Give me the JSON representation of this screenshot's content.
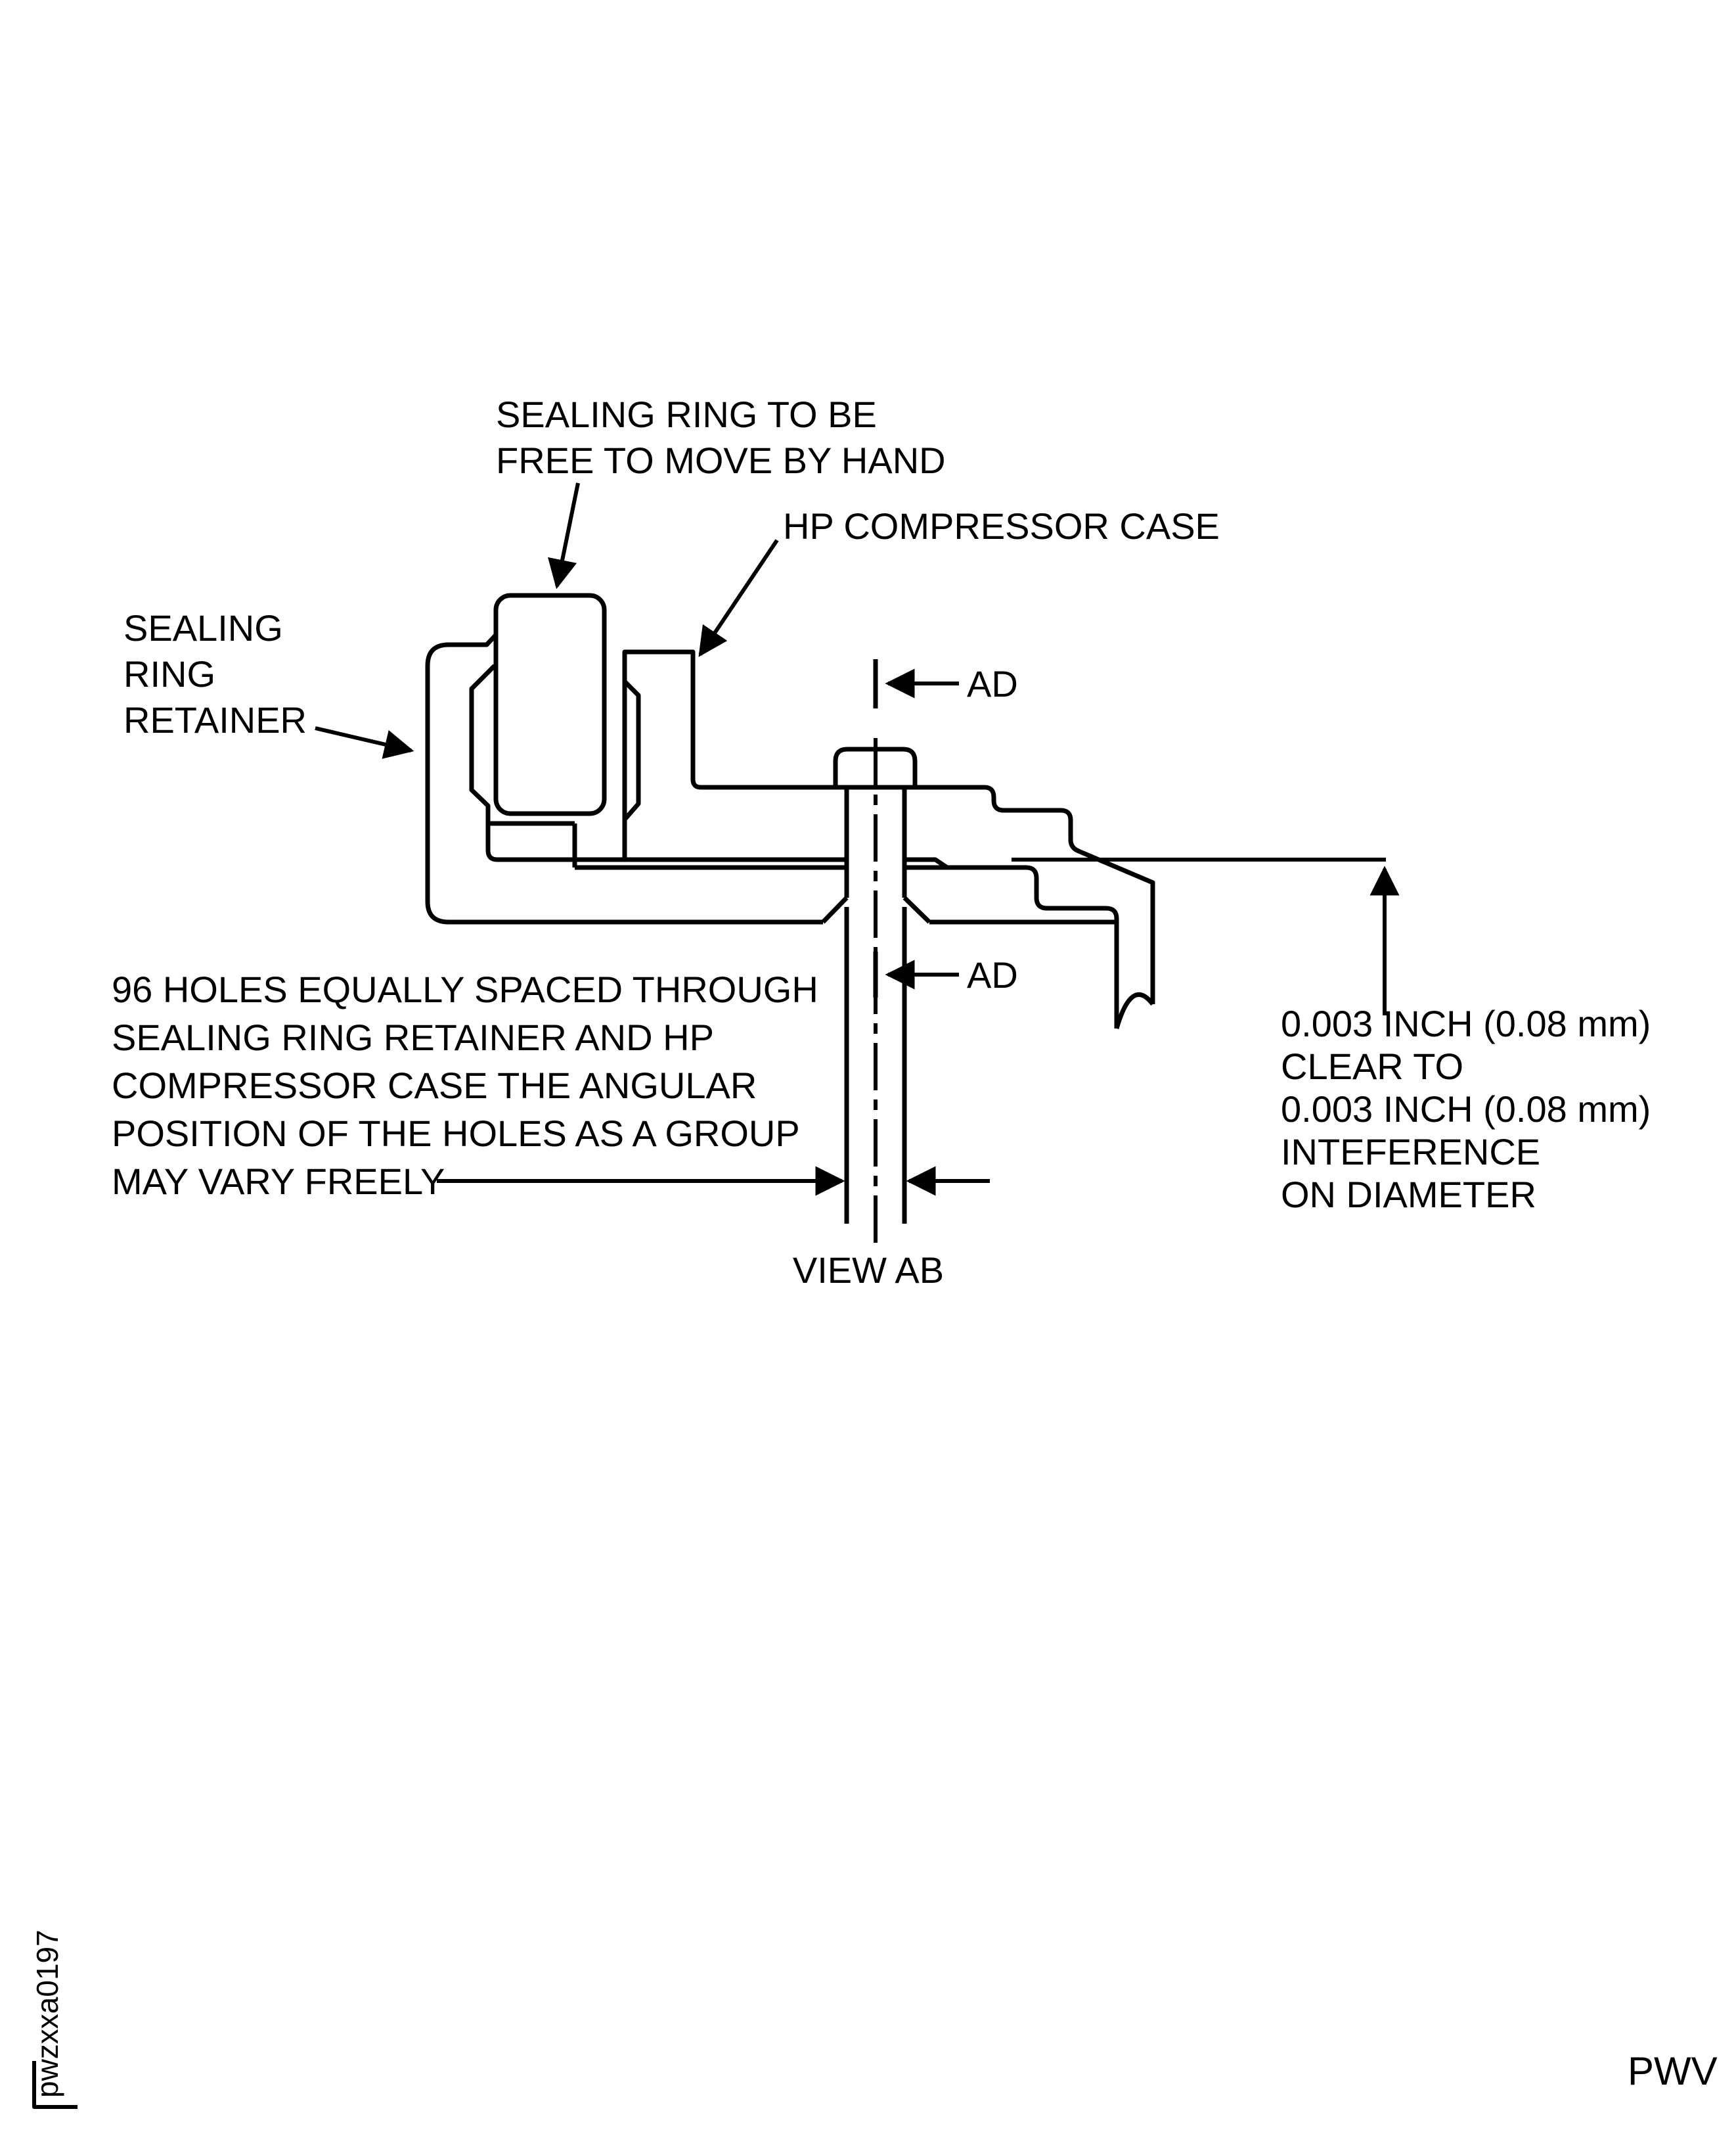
{
  "colors": {
    "ink": "#000000",
    "paper": "#ffffff"
  },
  "annotations": {
    "sealing_ring_note": {
      "lines": [
        "SEALING RING TO BE",
        "FREE TO MOVE BY HAND"
      ]
    },
    "case_label": "HP COMPRESSOR CASE",
    "retainer_label": {
      "lines": [
        "SEALING",
        "RING",
        "RETAINER"
      ]
    },
    "section_marker": "AD",
    "holes_note": {
      "lines": [
        "96 HOLES EQUALLY SPACED THROUGH",
        "SEALING RING RETAINER AND HP",
        "COMPRESSOR CASE THE ANGULAR",
        "POSITION OF THE HOLES AS A GROUP",
        "MAY VARY FREELY"
      ]
    },
    "fit_note": {
      "lines": [
        "0.003 INCH (0.08 mm)",
        "CLEAR TO",
        "0.003 INCH (0.08 mm)",
        "INTEFERENCE",
        "ON DIAMETER"
      ]
    },
    "view_label": "VIEW AB",
    "figure_id": "pwzxxa0197",
    "page_code": "PWV"
  }
}
